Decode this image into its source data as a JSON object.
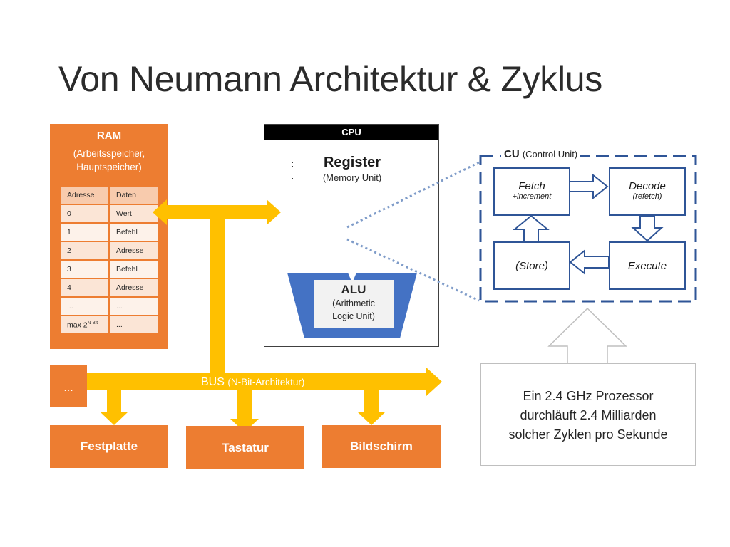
{
  "title": "Von Neumann Architektur & Zyklus",
  "ram": {
    "title": "RAM",
    "subtitle_line1": "(Arbeitsspeicher,",
    "subtitle_line2": "Hauptspeicher)",
    "header": [
      "Adresse",
      "Daten"
    ],
    "rows": [
      [
        "0",
        "Wert"
      ],
      [
        "1",
        "Befehl"
      ],
      [
        "2",
        "Adresse"
      ],
      [
        "3",
        "Befehl"
      ],
      [
        "4",
        "Adresse"
      ],
      [
        "...",
        "..."
      ]
    ],
    "last_row_address": "max 2",
    "last_row_exponent": "N-Bit",
    "last_row_value": "..."
  },
  "cpu": {
    "header": "CPU",
    "register_title": "Register",
    "register_subtitle": "(Memory Unit)",
    "alu_title": "ALU",
    "alu_subtitle_line1": "(Arithmetic",
    "alu_subtitle_line2": "Logic Unit)"
  },
  "bus": {
    "label": "BUS",
    "sublabel": "(N-Bit-Architektur)"
  },
  "devices": {
    "more": "...",
    "hdd": "Festplatte",
    "keyboard": "Tastatur",
    "screen": "Bildschirm"
  },
  "cu": {
    "title": "CU",
    "subtitle": "(Control Unit)",
    "fetch": "Fetch",
    "fetch_sub": "+increment",
    "decode": "Decode",
    "decode_sub": "(refetch)",
    "execute": "Execute",
    "store": "(Store)"
  },
  "info": {
    "line1": "Ein 2.4 GHz Prozessor",
    "line2": "durchläuft 2.4 Milliarden",
    "line3": "solcher Zyklen pro Sekunde"
  },
  "colors": {
    "orange": "#ed7d31",
    "bus_yellow": "#ffc000",
    "cu_blue": "#2f5597",
    "alu_blue": "#4472c4"
  }
}
